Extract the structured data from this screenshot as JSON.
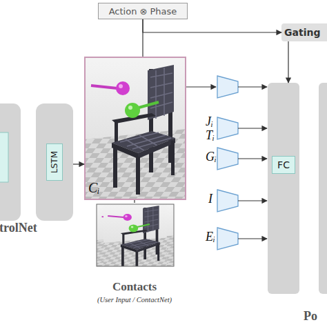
{
  "diagram": {
    "nodes": [
      {
        "text": [
          "Action ⊗ Phase"
        ]
      },
      {
        "text": [
          "Gating"
        ]
      },
      {
        "text": [
          "LSTM"
        ]
      },
      {
        "text": [
          "Cᵢ"
        ]
      },
      {
        "text": [
          "Contacts",
          "(User Input / ContactNet)"
        ]
      },
      {
        "text": [
          "FC"
        ]
      }
    ],
    "edges": [
      {
        "from": 0,
        "to": 1,
        "arrow": "to"
      },
      {
        "from": 0,
        "to": 3,
        "arrow": "none"
      },
      {
        "from": 2,
        "to": 3,
        "arrow": "to"
      },
      {
        "from": 1,
        "to": 5,
        "arrow": "to"
      },
      {
        "from": 4,
        "to": 3,
        "arrow": "none"
      }
    ],
    "labels": [
      "trolNet",
      "Jᵢ",
      "Tᵢ",
      "Gᵢ",
      "I",
      "Eᵢ",
      "Po"
    ]
  }
}
